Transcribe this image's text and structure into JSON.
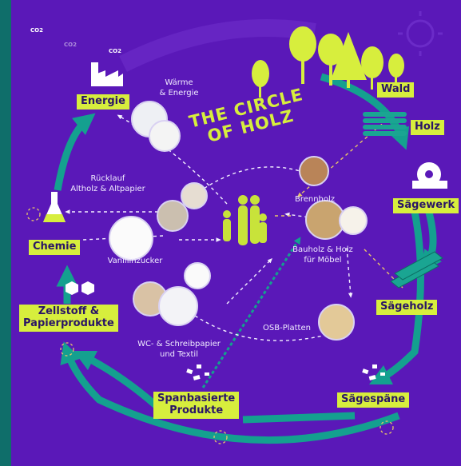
{
  "title": [
    "THE CIRCLE",
    "OF HOLZ"
  ],
  "co2": [
    "CO2",
    "CO2",
    "CO2"
  ],
  "stations": {
    "wald": "Wald",
    "holz": "Holz",
    "saegewerk": "Sägewerk",
    "saegeholz": "Sägeholz",
    "saegespaene": "Sägespäne",
    "spanbasierte": [
      "Spanbasierte",
      "Produkte"
    ],
    "zellstoff": [
      "Zellstoff &",
      "Papierprodukte"
    ],
    "chemie": "Chemie",
    "energie": "Energie"
  },
  "captions": {
    "waerme": [
      "Wärme",
      "& Energie"
    ],
    "ruecklauf": [
      "Rücklauf",
      "Altholz & Altpapier"
    ],
    "brennholz": "Brennholz",
    "vanillin": "Vanillinzucker",
    "bauholz": [
      "Bauholz & Holz",
      "für Möbel"
    ],
    "osb": "OSB-Platten",
    "wc": [
      "WC- & Schreibpapier",
      "und Textil"
    ]
  },
  "colors": {
    "background": "#5a18b8",
    "frame": "#0f6e6a",
    "label": "#d7ee3d",
    "arrow": "#14a08f",
    "dashed": "#e8c46a"
  }
}
